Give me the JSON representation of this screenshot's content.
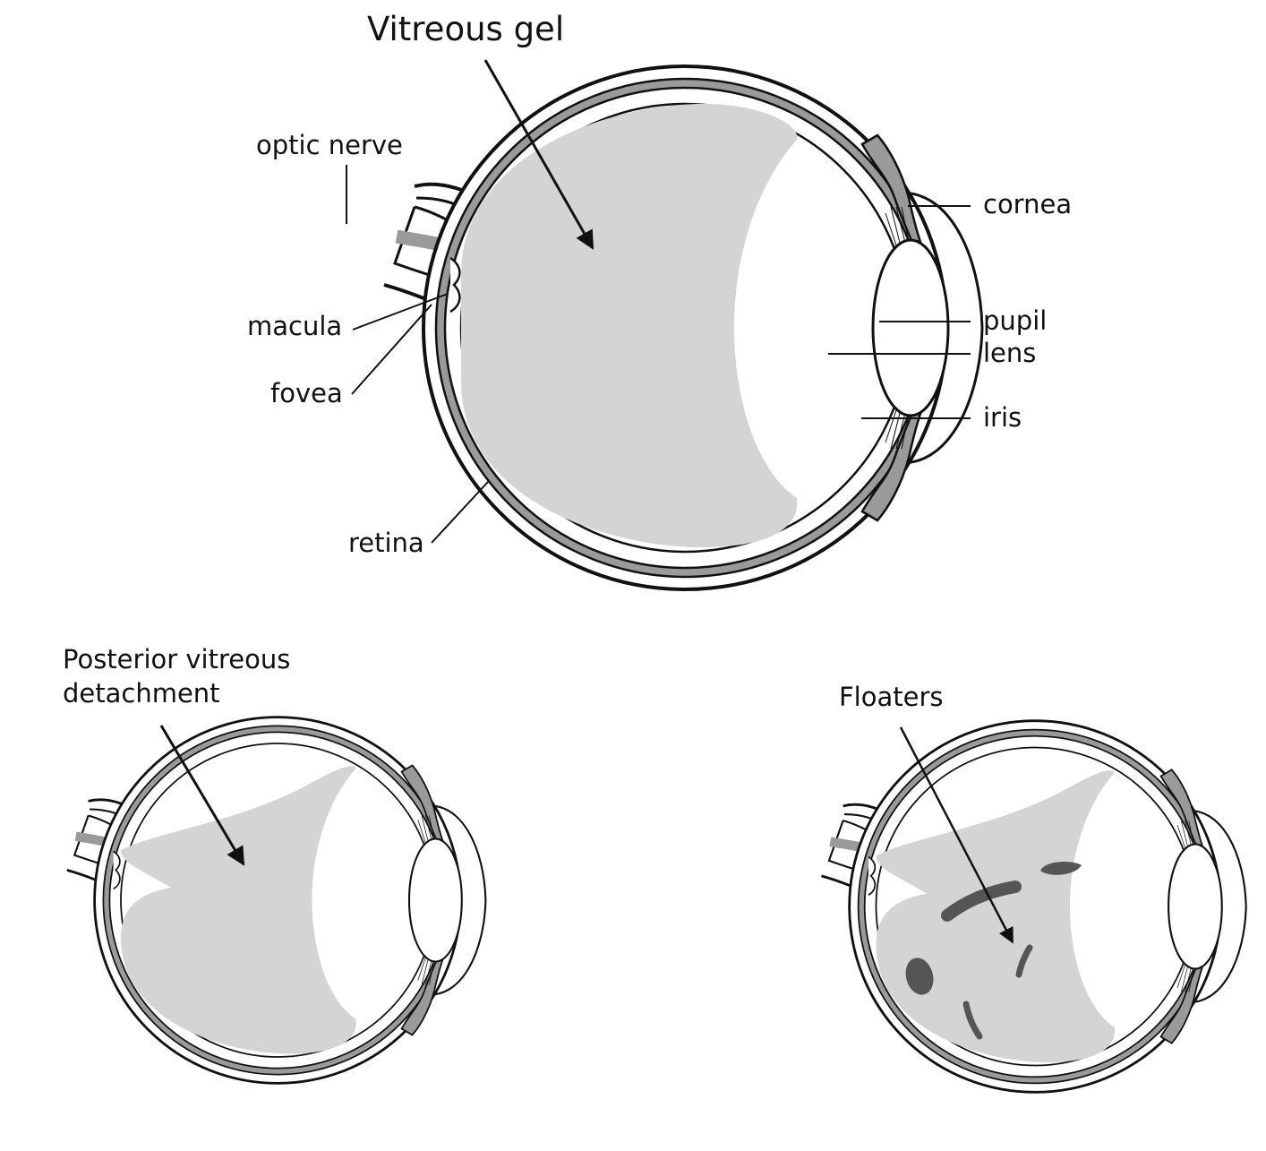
{
  "figure": {
    "top": {
      "title": "Vitreous gel",
      "labels": {
        "optic_nerve": "optic nerve",
        "macula": "macula",
        "fovea": "fovea",
        "retina": "retina",
        "cornea": "cornea",
        "pupil": "pupil",
        "lens": "lens",
        "iris": "iris"
      }
    },
    "bottom_left": {
      "title_line1": "Posterior vitreous",
      "title_line2": "detachment"
    },
    "bottom_right": {
      "title": "Floaters"
    }
  },
  "colors": {
    "gel": "#d4d4d4",
    "tissue": "#9a9a9a",
    "floater": "#555555",
    "ink": "#111111",
    "background": "#ffffff"
  }
}
